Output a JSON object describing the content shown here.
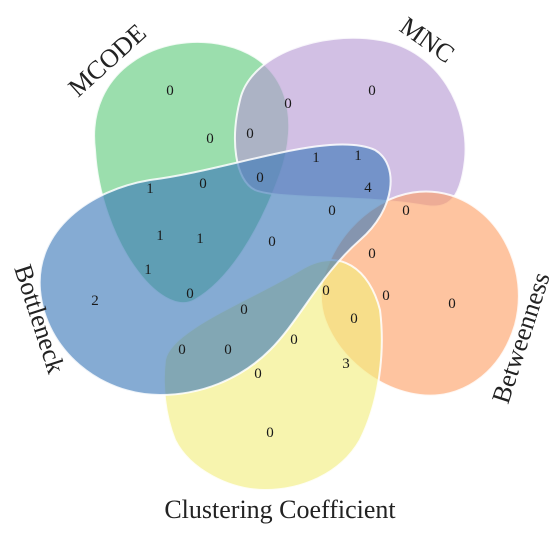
{
  "sets": [
    {
      "key": "mcode",
      "label": "MCODE",
      "color": "#5ec97a"
    },
    {
      "key": "mnc",
      "label": "MNC",
      "color": "#b79ad3"
    },
    {
      "key": "betweenness",
      "label": "Betweenness",
      "color": "#fda066"
    },
    {
      "key": "clustering",
      "label": "Clustering Coefficient",
      "color": "#f2ee7c"
    },
    {
      "key": "bottleneck",
      "label": "Bottleneck",
      "color": "#3a78b8"
    }
  ],
  "counts": [
    "0",
    "0",
    "0",
    "0",
    "2",
    "0",
    "0",
    "0",
    "1",
    "1",
    "1",
    "0",
    "0",
    "4",
    "0",
    "0",
    "1",
    "1",
    "0",
    "0",
    "1",
    "0",
    "0",
    "0",
    "0",
    "0",
    "0",
    "0",
    "0",
    "0",
    "3"
  ]
}
